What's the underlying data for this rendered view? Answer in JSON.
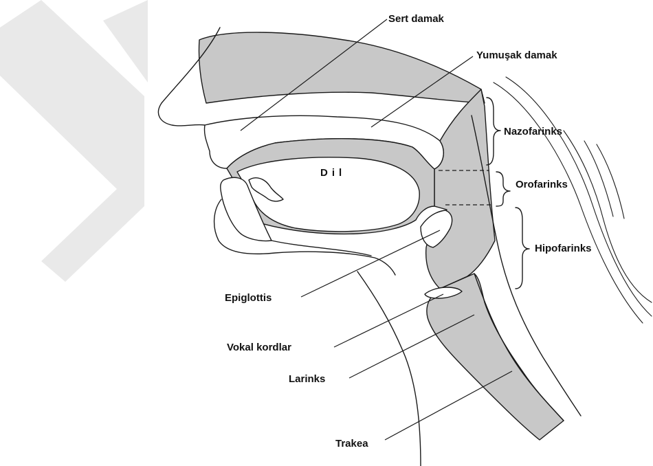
{
  "labels": {
    "sert_damak": "Sert damak",
    "yumusak_damak": "Yumuşak damak",
    "nazofarinks": "Nazofarinks",
    "dil": "Dil",
    "orofarinks": "Orofarinks",
    "hipofarinks": "Hipofarinks",
    "epiglottis": "Epiglottis",
    "vokal_kordlar": "Vokal kordlar",
    "larinks": "Larinks",
    "trakea": "Trakea"
  },
  "colors": {
    "watermark": "#e9e9e9",
    "airway_fill": "#c8c8c8",
    "outline": "#1a1a1a",
    "label_text": "#111111"
  }
}
